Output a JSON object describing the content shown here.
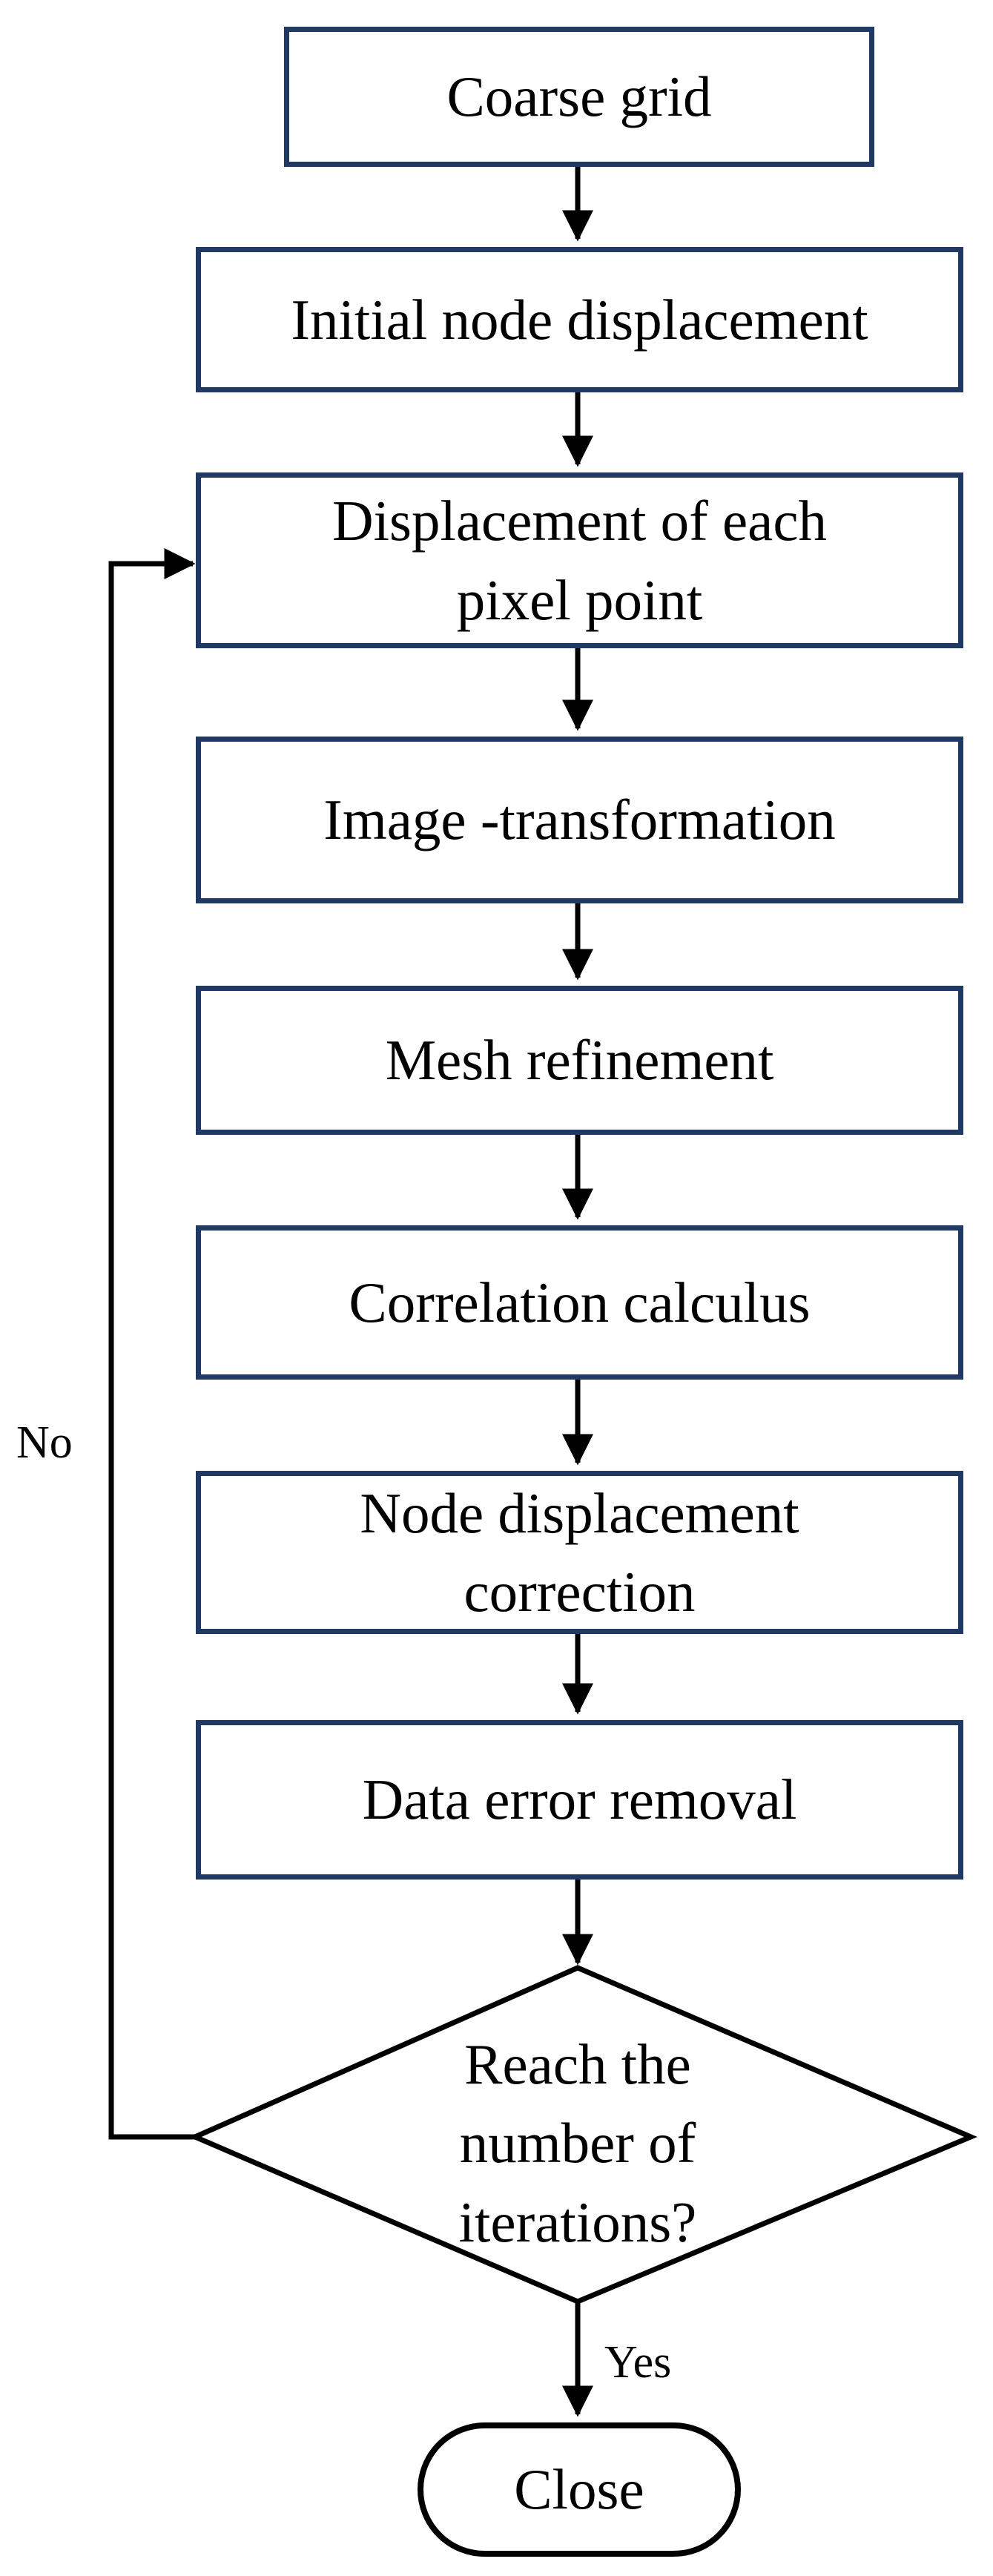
{
  "diagram": {
    "nodes": [
      {
        "id": "coarse-grid",
        "label": "Coarse grid"
      },
      {
        "id": "initial-node-displacement",
        "label": "Initial node displacement"
      },
      {
        "id": "pixel-displacement",
        "label": "Displacement of each\npixel point"
      },
      {
        "id": "image-transformation",
        "label": "Image -transformation"
      },
      {
        "id": "mesh-refinement",
        "label": "Mesh refinement"
      },
      {
        "id": "correlation-calculus",
        "label": "Correlation calculus"
      },
      {
        "id": "node-displacement-correction",
        "label": "Node displacement\ncorrection"
      },
      {
        "id": "data-error-removal",
        "label": "Data error removal"
      },
      {
        "id": "iterations-decision",
        "label": "Reach the\nnumber of\niterations?",
        "shape": "diamond"
      },
      {
        "id": "close",
        "label": "Close",
        "shape": "rounded"
      }
    ],
    "edges": [
      {
        "from": "coarse-grid",
        "to": "initial-node-displacement"
      },
      {
        "from": "initial-node-displacement",
        "to": "pixel-displacement"
      },
      {
        "from": "pixel-displacement",
        "to": "image-transformation"
      },
      {
        "from": "image-transformation",
        "to": "mesh-refinement"
      },
      {
        "from": "mesh-refinement",
        "to": "correlation-calculus"
      },
      {
        "from": "correlation-calculus",
        "to": "node-displacement-correction"
      },
      {
        "from": "node-displacement-correction",
        "to": "data-error-removal"
      },
      {
        "from": "data-error-removal",
        "to": "iterations-decision"
      },
      {
        "from": "iterations-decision",
        "to": "pixel-displacement",
        "label": "No"
      },
      {
        "from": "iterations-decision",
        "to": "close",
        "label": "Yes"
      }
    ],
    "labels": {
      "no": "No",
      "yes": "Yes"
    }
  }
}
